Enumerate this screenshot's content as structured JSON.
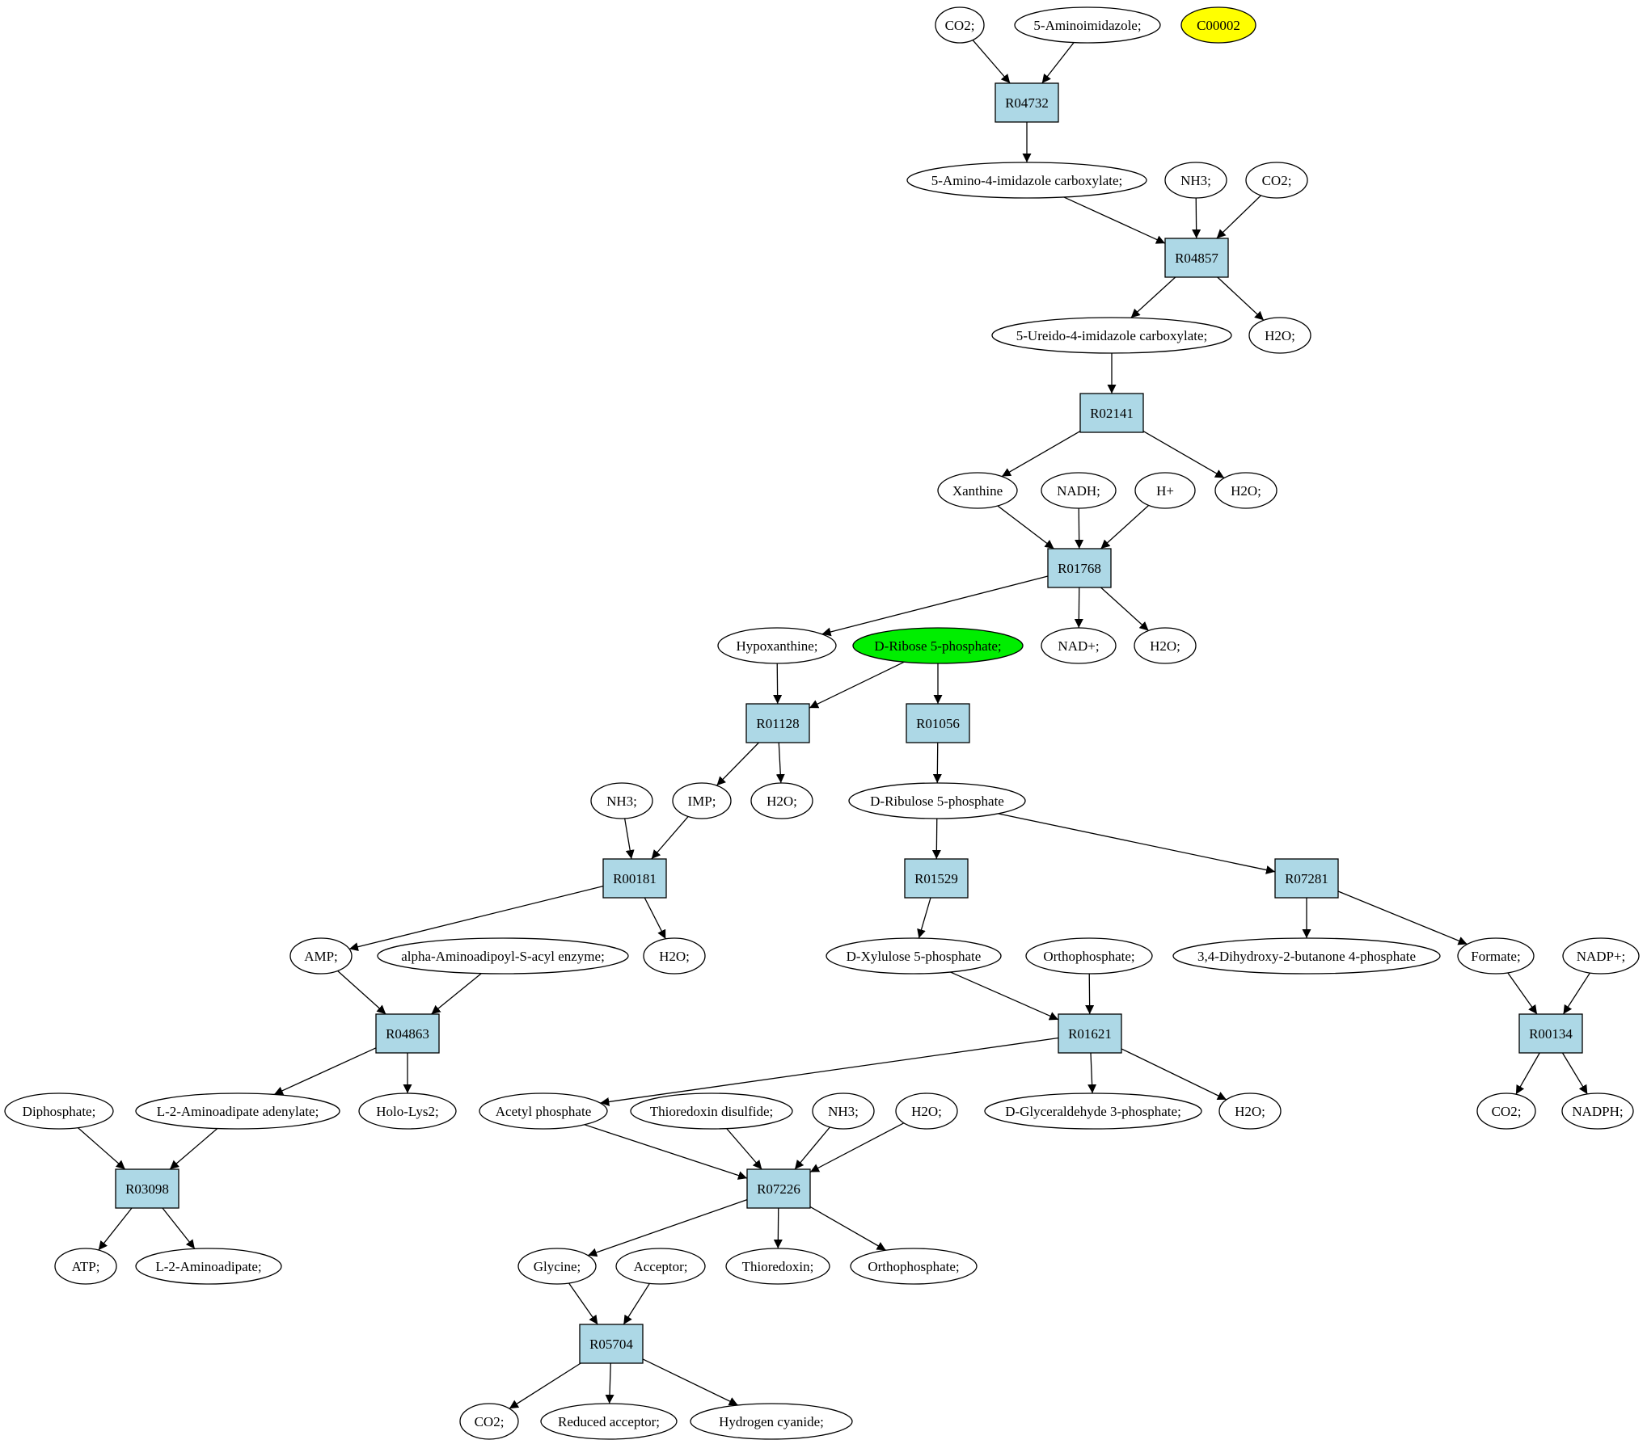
{
  "colors": {
    "reaction_fill": "#add8e6",
    "compound_fill": "#ffffff",
    "highlight_yellow": "#ffff00",
    "highlight_green": "#00ee00"
  },
  "reactions": [
    {
      "id": "R04732",
      "label": "R04732"
    },
    {
      "id": "R04857",
      "label": "R04857"
    },
    {
      "id": "R02141",
      "label": "R02141"
    },
    {
      "id": "R01768",
      "label": "R01768"
    },
    {
      "id": "R01128",
      "label": "R01128"
    },
    {
      "id": "R01056",
      "label": "R01056"
    },
    {
      "id": "R00181",
      "label": "R00181"
    },
    {
      "id": "R01529",
      "label": "R01529"
    },
    {
      "id": "R07281",
      "label": "R07281"
    },
    {
      "id": "R04863",
      "label": "R04863"
    },
    {
      "id": "R01621",
      "label": "R01621"
    },
    {
      "id": "R00134",
      "label": "R00134"
    },
    {
      "id": "R03098",
      "label": "R03098"
    },
    {
      "id": "R07226",
      "label": "R07226"
    },
    {
      "id": "R05704",
      "label": "R05704"
    }
  ],
  "compounds": [
    {
      "id": "c_co2_1",
      "label": "CO2;"
    },
    {
      "id": "c_5aminoimidazole",
      "label": "5-Aminoimidazole;"
    },
    {
      "id": "c_c00002",
      "label": "C00002",
      "highlight": "yellow"
    },
    {
      "id": "c_5a4ic",
      "label": "5-Amino-4-imidazole carboxylate;"
    },
    {
      "id": "c_nh3_1",
      "label": "NH3;"
    },
    {
      "id": "c_co2_2",
      "label": "CO2;"
    },
    {
      "id": "c_5u4ic",
      "label": "5-Ureido-4-imidazole carboxylate;"
    },
    {
      "id": "c_h2o_1",
      "label": "H2O;"
    },
    {
      "id": "c_xanthine",
      "label": "Xanthine"
    },
    {
      "id": "c_nadh",
      "label": "NADH;"
    },
    {
      "id": "c_hplus",
      "label": "H+"
    },
    {
      "id": "c_h2o_2",
      "label": "H2O;"
    },
    {
      "id": "c_hypoxanthine",
      "label": "Hypoxanthine;"
    },
    {
      "id": "c_dr5p",
      "label": "D-Ribose 5-phosphate;",
      "highlight": "green"
    },
    {
      "id": "c_nadplus",
      "label": "NAD+;"
    },
    {
      "id": "c_h2o_3",
      "label": "H2O;"
    },
    {
      "id": "c_nh3_2",
      "label": "NH3;"
    },
    {
      "id": "c_imp",
      "label": "IMP;"
    },
    {
      "id": "c_h2o_4",
      "label": "H2O;"
    },
    {
      "id": "c_dru5p",
      "label": "D-Ribulose 5-phosphate"
    },
    {
      "id": "c_amp",
      "label": "AMP;"
    },
    {
      "id": "c_alpha",
      "label": "alpha-Aminoadipoyl-S-acyl enzyme;"
    },
    {
      "id": "c_h2o_5",
      "label": "H2O;"
    },
    {
      "id": "c_dxu5p",
      "label": "D-Xylulose 5-phosphate"
    },
    {
      "id": "c_orthop_1",
      "label": "Orthophosphate;"
    },
    {
      "id": "c_34dh",
      "label": "3,4-Dihydroxy-2-butanone 4-phosphate"
    },
    {
      "id": "c_formate",
      "label": "Formate;"
    },
    {
      "id": "c_nadpplus",
      "label": "NADP+;"
    },
    {
      "id": "c_diphosphate",
      "label": "Diphosphate;"
    },
    {
      "id": "c_l2aa",
      "label": "L-2-Aminoadipate adenylate;"
    },
    {
      "id": "c_hololys2",
      "label": "Holo-Lys2;"
    },
    {
      "id": "c_acetylp",
      "label": "Acetyl phosphate"
    },
    {
      "id": "c_thiodis",
      "label": "Thioredoxin disulfide;"
    },
    {
      "id": "c_nh3_3",
      "label": "NH3;"
    },
    {
      "id": "c_h2o_6",
      "label": "H2O;"
    },
    {
      "id": "c_dg3p",
      "label": "D-Glyceraldehyde 3-phosphate;"
    },
    {
      "id": "c_h2o_7",
      "label": "H2O;"
    },
    {
      "id": "c_co2_3",
      "label": "CO2;"
    },
    {
      "id": "c_nadph",
      "label": "NADPH;"
    },
    {
      "id": "c_atp",
      "label": "ATP;"
    },
    {
      "id": "c_l2a",
      "label": "L-2-Aminoadipate;"
    },
    {
      "id": "c_glycine",
      "label": "Glycine;"
    },
    {
      "id": "c_acceptor",
      "label": "Acceptor;"
    },
    {
      "id": "c_thioredoxin",
      "label": "Thioredoxin;"
    },
    {
      "id": "c_orthop_2",
      "label": "Orthophosphate;"
    },
    {
      "id": "c_co2_4",
      "label": "CO2;"
    },
    {
      "id": "c_redacc",
      "label": "Reduced acceptor;"
    },
    {
      "id": "c_hcn",
      "label": "Hydrogen cyanide;"
    }
  ],
  "edges": [
    [
      "c_co2_1",
      "R04732"
    ],
    [
      "c_5aminoimidazole",
      "R04732"
    ],
    [
      "R04732",
      "c_5a4ic"
    ],
    [
      "c_5a4ic",
      "R04857"
    ],
    [
      "c_nh3_1",
      "R04857"
    ],
    [
      "c_co2_2",
      "R04857"
    ],
    [
      "R04857",
      "c_5u4ic"
    ],
    [
      "R04857",
      "c_h2o_1"
    ],
    [
      "c_5u4ic",
      "R02141"
    ],
    [
      "R02141",
      "c_xanthine"
    ],
    [
      "R02141",
      "c_h2o_2"
    ],
    [
      "c_xanthine",
      "R01768"
    ],
    [
      "c_nadh",
      "R01768"
    ],
    [
      "c_hplus",
      "R01768"
    ],
    [
      "R01768",
      "c_hypoxanthine"
    ],
    [
      "R01768",
      "c_nadplus"
    ],
    [
      "R01768",
      "c_h2o_3"
    ],
    [
      "c_hypoxanthine",
      "R01128"
    ],
    [
      "c_dr5p",
      "R01128"
    ],
    [
      "c_dr5p",
      "R01056"
    ],
    [
      "R01128",
      "c_imp"
    ],
    [
      "R01128",
      "c_h2o_4"
    ],
    [
      "R01056",
      "c_dru5p"
    ],
    [
      "c_nh3_2",
      "R00181"
    ],
    [
      "c_imp",
      "R00181"
    ],
    [
      "c_dru5p",
      "R01529"
    ],
    [
      "c_dru5p",
      "R07281"
    ],
    [
      "R00181",
      "c_amp"
    ],
    [
      "R00181",
      "c_h2o_5"
    ],
    [
      "R01529",
      "c_dxu5p"
    ],
    [
      "R07281",
      "c_34dh"
    ],
    [
      "R07281",
      "c_formate"
    ],
    [
      "c_amp",
      "R04863"
    ],
    [
      "c_alpha",
      "R04863"
    ],
    [
      "c_dxu5p",
      "R01621"
    ],
    [
      "c_orthop_1",
      "R01621"
    ],
    [
      "c_formate",
      "R00134"
    ],
    [
      "c_nadpplus",
      "R00134"
    ],
    [
      "R04863",
      "c_l2aa"
    ],
    [
      "R04863",
      "c_hololys2"
    ],
    [
      "R01621",
      "c_acetylp"
    ],
    [
      "R01621",
      "c_dg3p"
    ],
    [
      "R01621",
      "c_h2o_7"
    ],
    [
      "R00134",
      "c_co2_3"
    ],
    [
      "R00134",
      "c_nadph"
    ],
    [
      "c_diphosphate",
      "R03098"
    ],
    [
      "c_l2aa",
      "R03098"
    ],
    [
      "c_acetylp",
      "R07226"
    ],
    [
      "c_thiodis",
      "R07226"
    ],
    [
      "c_nh3_3",
      "R07226"
    ],
    [
      "c_h2o_6",
      "R07226"
    ],
    [
      "R03098",
      "c_atp"
    ],
    [
      "R03098",
      "c_l2a"
    ],
    [
      "R07226",
      "c_glycine"
    ],
    [
      "R07226",
      "c_thioredoxin"
    ],
    [
      "R07226",
      "c_orthop_2"
    ],
    [
      "c_glycine",
      "R05704"
    ],
    [
      "c_acceptor",
      "R05704"
    ],
    [
      "R05704",
      "c_co2_4"
    ],
    [
      "R05704",
      "c_redacc"
    ],
    [
      "R05704",
      "c_hcn"
    ]
  ]
}
